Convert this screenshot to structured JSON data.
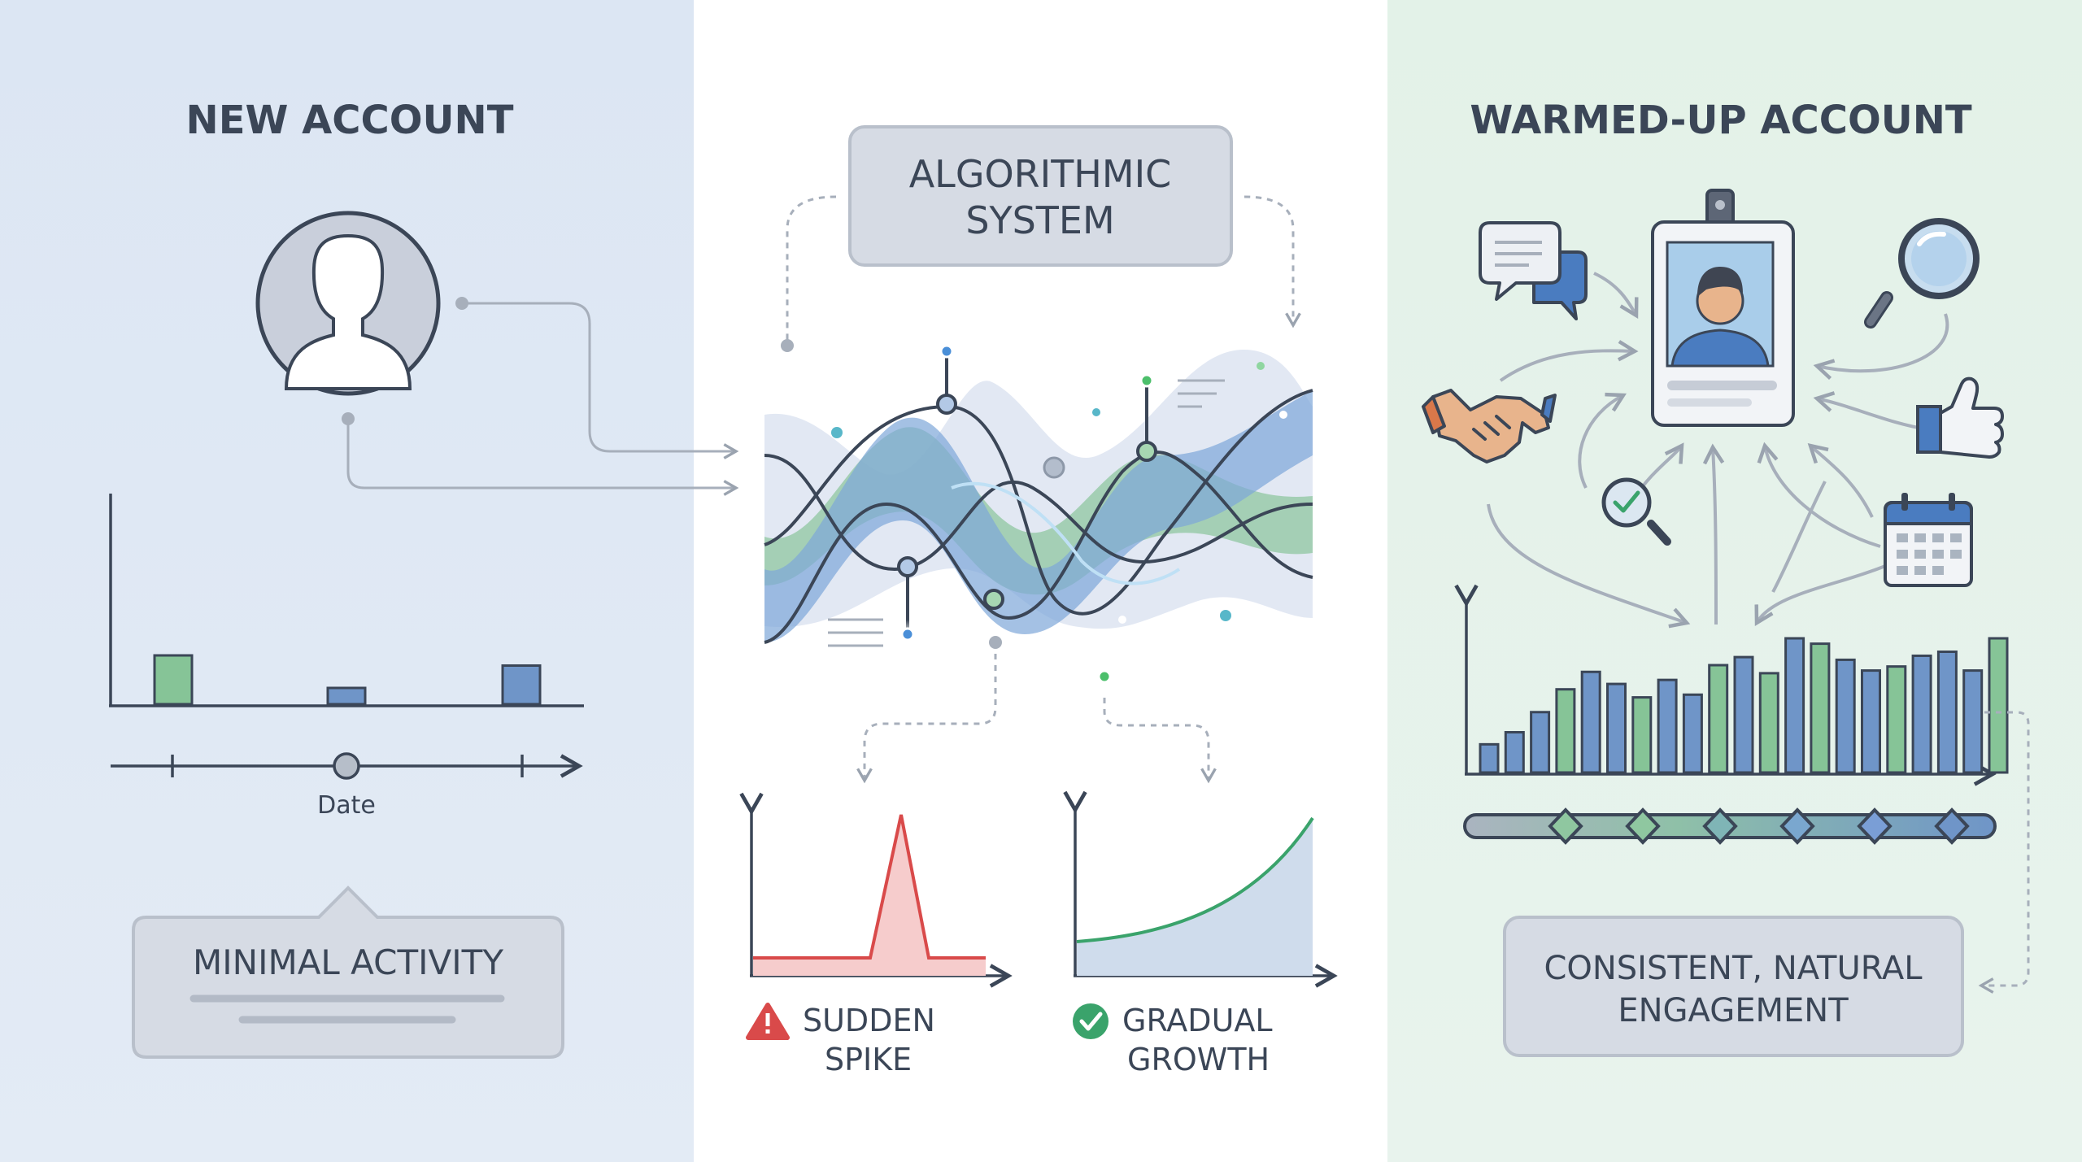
{
  "panels": {
    "new_account": {
      "title": "NEW ACCOUNT",
      "axis_label": "Date",
      "activity": [
        0.24,
        0.08,
        0.19
      ],
      "summary": "MINIMAL ACTIVITY"
    },
    "algorithmic_system": {
      "title_line1": "ALGORITHMIC",
      "title_line2": "SYSTEM",
      "spike": {
        "line1": "SUDDEN",
        "line2": "SPIKE",
        "color": "#d94a4a"
      },
      "growth": {
        "line1": "GRADUAL",
        "line2": "GROWTH",
        "color": "#3aa36b"
      }
    },
    "warmed_account": {
      "title": "WARMED-UP ACCOUNT",
      "activity": [
        0.21,
        0.3,
        0.45,
        0.62,
        0.75,
        0.66,
        0.56,
        0.69,
        0.58,
        0.8,
        0.86,
        0.74,
        1.0,
        0.96,
        0.84,
        0.76,
        0.79,
        0.87,
        0.9,
        0.76,
        1.0
      ],
      "activity_colors": [
        "blue",
        "blue",
        "blue",
        "green",
        "blue",
        "blue",
        "green",
        "blue",
        "blue",
        "green",
        "blue",
        "green",
        "blue",
        "green",
        "blue",
        "blue",
        "green",
        "blue",
        "blue",
        "blue",
        "green"
      ],
      "summary_line1": "CONSISTENT, NATURAL",
      "summary_line2": "ENGAGEMENT"
    }
  },
  "colors": {
    "left_bg": "#dfe8f3",
    "mid_bg": "#ffffff",
    "right_bg": "#e6f4ea",
    "blue": "#6f95c8",
    "green": "#86c497",
    "ink": "#3b4657",
    "wire": "#a7afbb"
  }
}
